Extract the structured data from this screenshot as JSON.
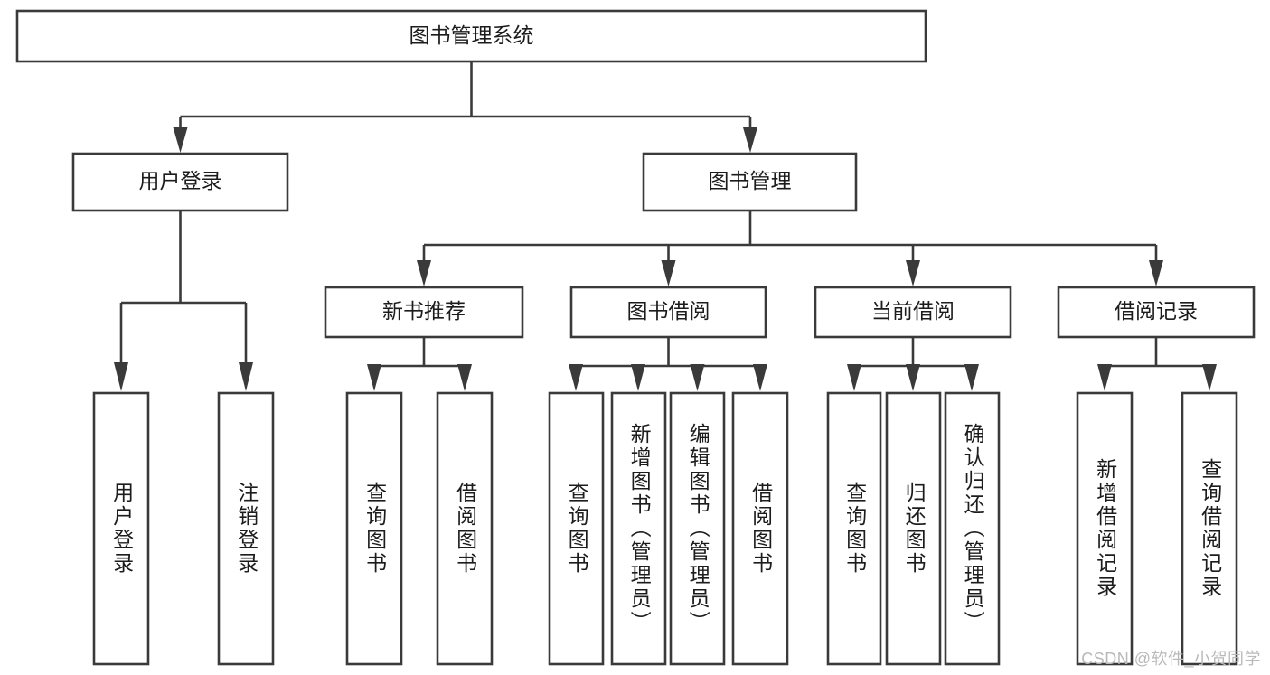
{
  "diagram": {
    "type": "tree-hierarchy-chart",
    "title": "图书管理系统",
    "orientation": "top-down",
    "colors": {
      "box_stroke": "#3a3a3a",
      "box_fill": "#ffffff",
      "text": "#1c1c1c",
      "connector": "#3a3a3a",
      "background": "#ffffff",
      "watermark": "#b9b9b9"
    },
    "root": {
      "label": "图书管理系统",
      "level": 0
    },
    "level1": [
      {
        "label": "用户登录"
      },
      {
        "label": "图书管理"
      }
    ],
    "level2": [
      {
        "label": "新书推荐",
        "parent": "图书管理"
      },
      {
        "label": "图书借阅",
        "parent": "图书管理"
      },
      {
        "label": "当前借阅",
        "parent": "图书管理"
      },
      {
        "label": "借阅记录",
        "parent": "图书管理"
      }
    ],
    "leaves": {
      "user_login": [
        {
          "label": "用户登录"
        },
        {
          "label": "注销登录"
        }
      ],
      "new_book_recommend": [
        {
          "label": "查询图书"
        },
        {
          "label": "借阅图书"
        }
      ],
      "book_borrow": [
        {
          "label": "查询图书"
        },
        {
          "label": "新增图书（管理员）"
        },
        {
          "label": "编辑图书（管理员）"
        },
        {
          "label": "借阅图书"
        }
      ],
      "current_borrow": [
        {
          "label": "查询图书"
        },
        {
          "label": "归还图书"
        },
        {
          "label": "确认归还（管理员）"
        }
      ],
      "borrow_record": [
        {
          "label": "新增借阅记录"
        },
        {
          "label": "查询借阅记录"
        }
      ]
    }
  },
  "watermark": {
    "text": "CSDN @软件_小贺同学"
  }
}
